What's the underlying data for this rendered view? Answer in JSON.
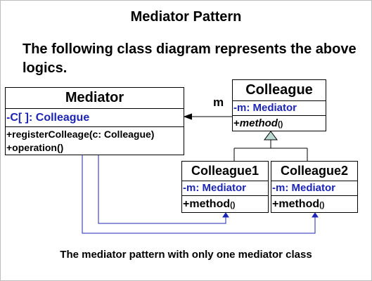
{
  "title": "Mediator Pattern",
  "intro": "The following class diagram represents the above logics.",
  "caption": "The mediator pattern with only one mediator class",
  "association_role": "m",
  "colors": {
    "attribute_text": "#1c25b6",
    "dependency_line": "#1c25b6",
    "structure_line": "#000000",
    "inheritance_fill": "#b9d9d0"
  },
  "classes": {
    "mediator": {
      "name": "Mediator",
      "attribute": "-C[ ]: Colleague",
      "operations": [
        "+registerColleage(c: Colleague)",
        "+operation()"
      ]
    },
    "colleague": {
      "name": "Colleague",
      "attribute": "-m: Mediator",
      "operation_prefix": "+",
      "operation_name": "method",
      "operation_parens": "()"
    },
    "colleague1": {
      "name": "Colleague1",
      "attribute": "-m: Mediator",
      "operation_name": "+method",
      "operation_parens": "()"
    },
    "colleague2": {
      "name": "Colleague2",
      "attribute": "-m: Mediator",
      "operation_name": "+method",
      "operation_parens": "()"
    }
  }
}
